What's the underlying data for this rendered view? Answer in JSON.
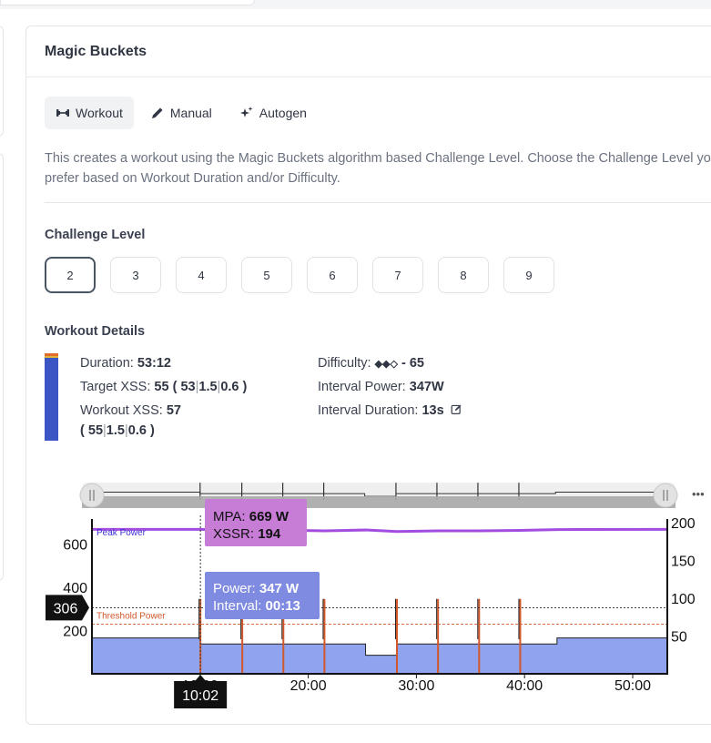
{
  "panel": {
    "title": "Magic Buckets",
    "modes": [
      {
        "label": "Workout",
        "icon": "dumbbell-icon",
        "active": true
      },
      {
        "label": "Manual",
        "icon": "pencil-icon",
        "active": false
      },
      {
        "label": "Autogen",
        "icon": "sparkles-icon",
        "active": false
      }
    ],
    "description": "This creates a workout using the Magic Buckets algorithm based Challenge Level. Choose the Challenge Level you prefer based on Workout Duration and/or Difficulty."
  },
  "challenge": {
    "label": "Challenge Level",
    "levels": [
      "2",
      "3",
      "4",
      "5",
      "6",
      "7",
      "8",
      "9"
    ],
    "selected": "2"
  },
  "details": {
    "label": "Workout Details",
    "duration_label": "Duration:",
    "duration": "53:12",
    "target_xss_label": "Target XSS:",
    "target_xss": "55",
    "target_breakdown": {
      "low": "53",
      "high": "1.5",
      "peak": "0.6"
    },
    "workout_xss_label": "Workout XSS:",
    "workout_xss": "57",
    "workout_breakdown": {
      "low": "55",
      "high": "1.5",
      "peak": "0.6"
    },
    "difficulty_label": "Difficulty:",
    "difficulty_symbols": "◆◆◇",
    "difficulty_value": "- 65",
    "interval_power_label": "Interval Power:",
    "interval_power": "347W",
    "interval_duration_label": "Interval Duration:",
    "interval_duration": "13s"
  },
  "colors": {
    "low": "#4a64c8",
    "high": "#d9a93a",
    "peak": "#d2582a",
    "power_fill": "#8fa3ee",
    "mpa_line": "#a24de0",
    "tooltip_mpa": "#c77dd6",
    "tooltip_power": "#7f8be0"
  },
  "chart_data": {
    "type": "area",
    "x_ticks": [
      "10:00",
      "20:00",
      "30:00",
      "40:00",
      "50:00"
    ],
    "x_tick_minutes": [
      10,
      20,
      30,
      40,
      50
    ],
    "x_max_minutes": 53.2,
    "y_left_ticks": [
      "200",
      "400",
      "600"
    ],
    "y_left_tick_values": [
      200,
      400,
      600
    ],
    "y_left_max": 700,
    "y_right_ticks": [
      "50",
      "100",
      "150",
      "200"
    ],
    "y_right_tick_values": [
      50,
      100,
      150,
      200
    ],
    "y_right_max": 200,
    "threshold_marker": "306",
    "threshold_value": 306,
    "cursor_time": "10:02",
    "cursor_minutes": 10.03,
    "labels": {
      "peak_power": "Peak Power",
      "threshold_power": "Threshold Power"
    },
    "power_segments": [
      {
        "start": 0,
        "end": 10.03,
        "watts": 166
      },
      {
        "start": 10.03,
        "end": 25.3,
        "watts": 138
      },
      {
        "start": 25.3,
        "end": 28.2,
        "watts": 86
      },
      {
        "start": 28.2,
        "end": 43.0,
        "watts": 138
      },
      {
        "start": 43.0,
        "end": 53.2,
        "watts": 166
      }
    ],
    "intervals_minutes": [
      10.03,
      13.9,
      17.7,
      21.5,
      28.2,
      32.0,
      35.8,
      39.6
    ],
    "interval_watts": 347,
    "mpa_points": [
      [
        0,
        669
      ],
      [
        10.03,
        669
      ],
      [
        13.9,
        664
      ],
      [
        17.7,
        665
      ],
      [
        21.5,
        662
      ],
      [
        25.3,
        666
      ],
      [
        28.2,
        659
      ],
      [
        32.0,
        662
      ],
      [
        35.8,
        662
      ],
      [
        39.6,
        664
      ],
      [
        43.0,
        668
      ],
      [
        53.2,
        669
      ]
    ],
    "tooltip_mpa": {
      "label_mpa": "MPA:",
      "mpa": "669 W",
      "label_xssr": "XSSR:",
      "xssr": "194"
    },
    "tooltip_power": {
      "label_power": "Power:",
      "power": "347 W",
      "label_interval": "Interval:",
      "interval": "00:13"
    },
    "overview_more": "•••"
  }
}
